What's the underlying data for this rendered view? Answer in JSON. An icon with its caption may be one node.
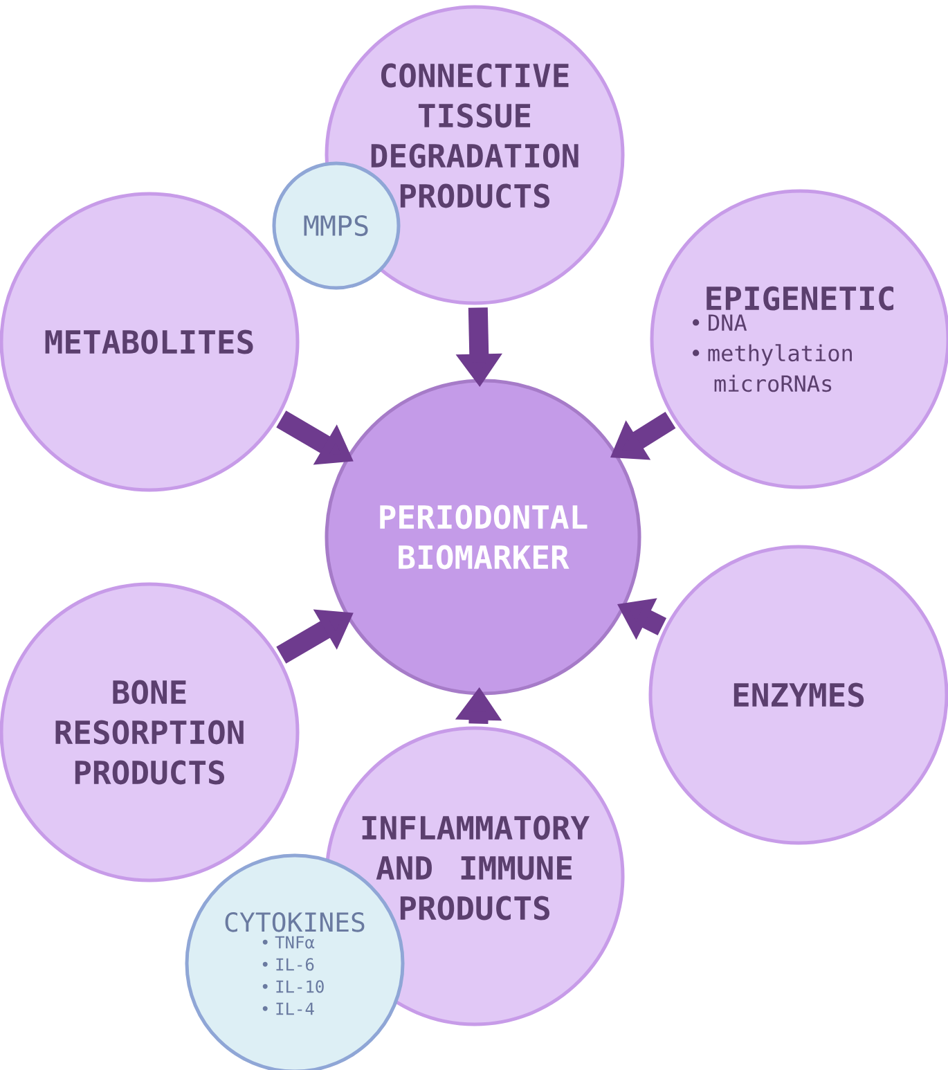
{
  "diagram": {
    "nodes": [
      {
        "text": [
          "PERIODONTAL BIOMARKER"
        ]
      },
      {
        "text": [
          "CONNECTIVE TISSUE DEGRADATION PRODUCTS"
        ]
      },
      {
        "text": [
          "MMPS"
        ]
      },
      {
        "text": [
          "METABOLITES"
        ]
      },
      {
        "text": [
          "EPIGENETIC",
          "• DNA",
          "• methylation microRNAs"
        ]
      },
      {
        "text": [
          "BONE RESORPTION PRODUCTS"
        ]
      },
      {
        "text": [
          "ENZYMES"
        ]
      },
      {
        "text": [
          "INFLAMMATORY AND IMMUNE PRODUCTS"
        ]
      },
      {
        "text": [
          "CYTOKINES",
          "• TNFα",
          "• IL-6",
          "• IL-10",
          "• IL-4"
        ]
      }
    ],
    "edges": [
      {
        "from": 1,
        "to": 0,
        "arrow": "to"
      },
      {
        "from": 3,
        "to": 0,
        "arrow": "to"
      },
      {
        "from": 4,
        "to": 0,
        "arrow": "to"
      },
      {
        "from": 5,
        "to": 0,
        "arrow": "to"
      },
      {
        "from": 6,
        "to": 0,
        "arrow": "to"
      },
      {
        "from": 7,
        "to": 0,
        "arrow": "to"
      }
    ]
  }
}
